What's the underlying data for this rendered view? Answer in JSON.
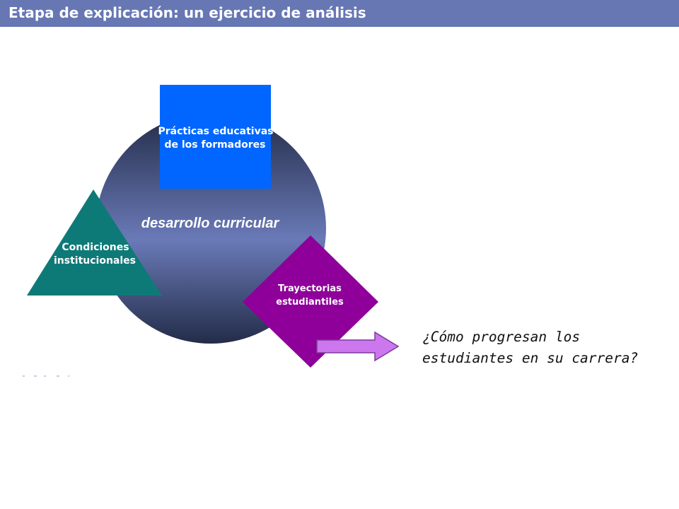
{
  "title": "Etapa de explicación: un ejercicio de análisis",
  "colors": {
    "title_bar": "#6677b4",
    "circle_top": "#2c3655",
    "circle_bottom": "#6a7ab8",
    "square": "#0066ff",
    "triangle": "#0e7a78",
    "diamond": "#8e0099",
    "arrow": "#cc77ee"
  },
  "diagram": {
    "center_label": "desarrollo curricular",
    "practicas": {
      "line1": "Prácticas educativas",
      "line2": "de los formadores"
    },
    "condiciones": {
      "line1": "Condiciones",
      "line2": "institucionales"
    },
    "trayectorias": {
      "line1": "Trayectorias",
      "line2": "estudiantiles"
    }
  },
  "question": {
    "line1": "¿Cómo progresan los",
    "line2": "estudiantes en su carrera?"
  }
}
